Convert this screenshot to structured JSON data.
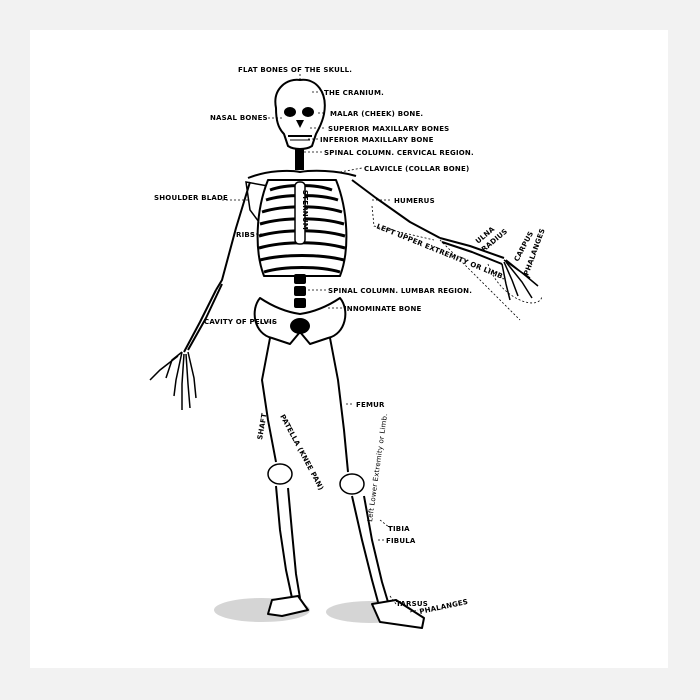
{
  "diagram": {
    "labels": {
      "flat_bones": "FLAT BONES OF THE SKULL.",
      "cranium": "THE CRANIUM.",
      "nasal_bones": "NASAL BONES",
      "malar": "MALAR (CHEEK) BONE.",
      "superior_maxillary": "SUPERIOR MAXILLARY BONES",
      "inferior_maxillary": "INFERIOR MAXILLARY BONE",
      "spinal_cervical": "SPINAL COLUMN. CERVICAL REGION.",
      "clavicle": "CLAVICLE (COLLAR BONE)",
      "shoulder_blade": "SHOULDER BLADE",
      "humerus": "HUMERUS",
      "sternum": "STERNUM",
      "ribs": "RIBS",
      "left_upper": "LEFT UPPER EXTREMITY OR LIMB.",
      "ulna": "ULNA",
      "radius": "RADIUS",
      "carpus": "CARPUS",
      "phalanges_hand": "PHALANGES",
      "spinal_lumbar": "SPINAL COLUMN. LUMBAR REGION.",
      "innominate": "INNOMINATE BONE",
      "cavity_pelvis": "CAVITY OF PELVIS",
      "femur": "FEMUR",
      "shaft": "SHAFT",
      "patella": "PATELLA (KNEE PAN)",
      "left_lower": "Left Lower Extremity or Limb.",
      "tibia": "TIBIA",
      "fibula": "FIBULA",
      "tarsus": "TARSUS",
      "phalanges_foot": "PHALANGES"
    }
  }
}
